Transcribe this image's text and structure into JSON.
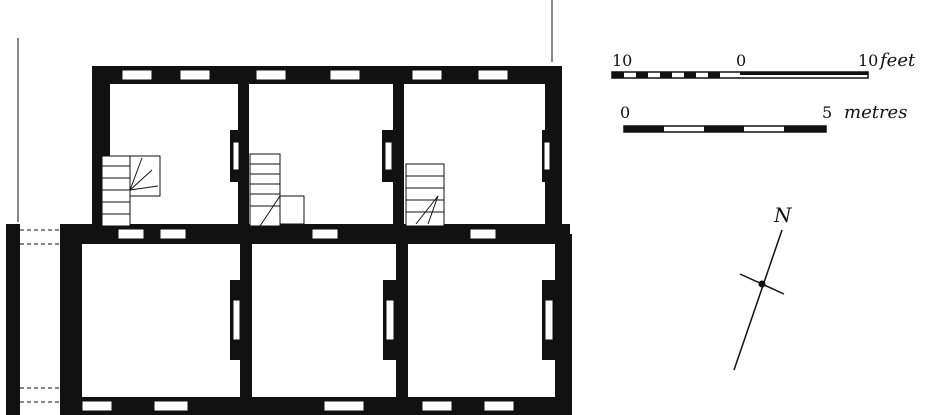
{
  "scale_feet": {
    "left_value": "10",
    "mid_value": "0",
    "right_value": "10",
    "unit": "feet"
  },
  "scale_metres": {
    "left_value": "0",
    "right_value": "5",
    "unit": "metres"
  },
  "north_arrow": {
    "label": "N"
  },
  "colors": {
    "ink": "#111111",
    "paper": "#ffffff"
  }
}
